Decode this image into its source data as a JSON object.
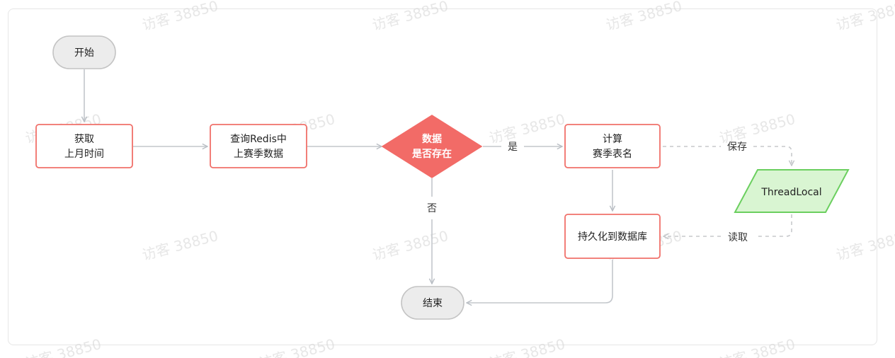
{
  "watermark": "访客 38850",
  "nodes": {
    "start": "开始",
    "get_month": [
      "获取",
      "上月时间"
    ],
    "query_redis": [
      "查询Redis中",
      "上赛季数据"
    ],
    "decision": [
      "数据",
      "是否存在"
    ],
    "compute": [
      "计算",
      "赛季表名"
    ],
    "thread_local": "ThreadLocal",
    "persist": "持久化到数据库",
    "end": "结束"
  },
  "edges": {
    "yes": "是",
    "no": "否",
    "save": "保存",
    "read": "读取"
  },
  "colors": {
    "process_border": "#f0706a",
    "decision_fill": "#f26b67",
    "terminal_fill": "#ececec",
    "terminal_border": "#c4c4c4",
    "data_fill": "#d9f5d2",
    "data_border": "#6bcf5f",
    "arrow": "#c3c7cc",
    "dashed": "#c7c9cc"
  }
}
